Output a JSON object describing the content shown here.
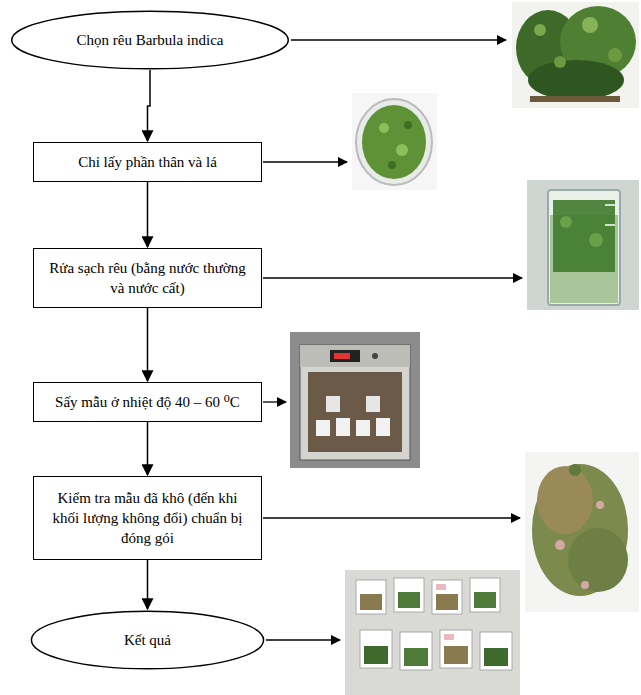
{
  "diagram": {
    "nodes": [
      {
        "text": [
          "Chọn rêu Barbula indica"
        ]
      },
      {
        "text": [
          "Chỉ lấy phần thân và lá"
        ]
      },
      {
        "text": [
          "Rửa sạch rêu (bằng nước thường và nước cất)"
        ]
      },
      {
        "text": [
          "Sấy mẫu ở nhiệt độ 40 – 60 ⁰C"
        ]
      },
      {
        "text": [
          "Kiểm tra mẫu đã khô (đến khi khối lượng không đổi) chuẩn bị đóng gói"
        ]
      },
      {
        "text": [
          "Kết quả"
        ]
      }
    ],
    "edges": [
      {
        "from": 0,
        "to": 1,
        "arrow": "to"
      },
      {
        "from": 1,
        "to": 2,
        "arrow": "to"
      },
      {
        "from": 2,
        "to": 3,
        "arrow": "to"
      },
      {
        "from": 3,
        "to": 4,
        "arrow": "to"
      },
      {
        "from": 4,
        "to": 5,
        "arrow": "to"
      }
    ]
  }
}
